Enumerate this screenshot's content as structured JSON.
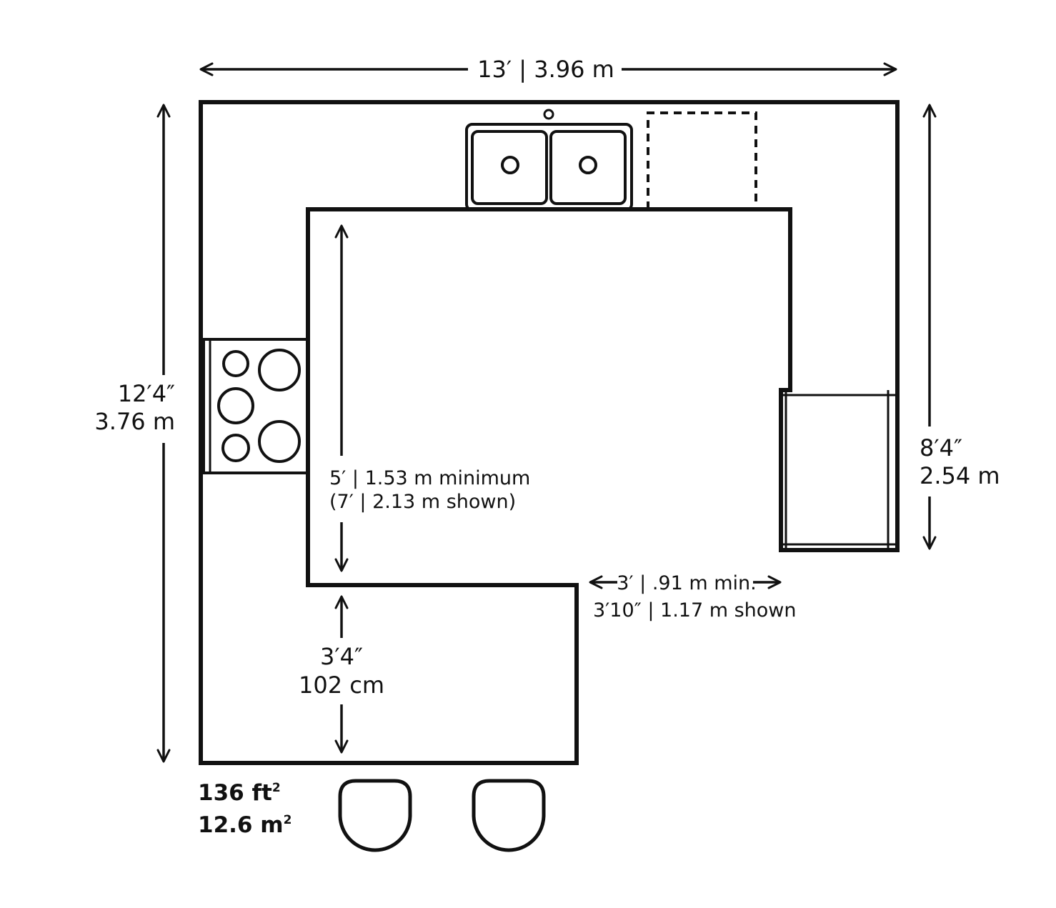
{
  "colors": {
    "line": "#111111",
    "background": "#ffffff"
  },
  "dimensions": {
    "width": "13′ | 3.96 m",
    "height_ft": "12′4″",
    "height_m": "3.76 m",
    "right_ft": "8′4″",
    "right_m": "2.54 m",
    "aisle_line1": "5′ | 1.53 m minimum",
    "aisle_line2": "(7′ | 2.13 m shown)",
    "clearance_line1": "3′ | .91 m min.",
    "clearance_line2": "3′10″ | 1.17 m shown",
    "peninsula_ft": "3′4″",
    "peninsula_cm": "102 cm"
  },
  "area": {
    "ft_value": "136 ft",
    "ft_exp": "2",
    "m_value": "12.6 m",
    "m_exp": "2"
  },
  "fixtures": [
    "sink-icon",
    "dishwasher-icon",
    "cooktop-icon",
    "refrigerator-icon",
    "stool-icon"
  ]
}
